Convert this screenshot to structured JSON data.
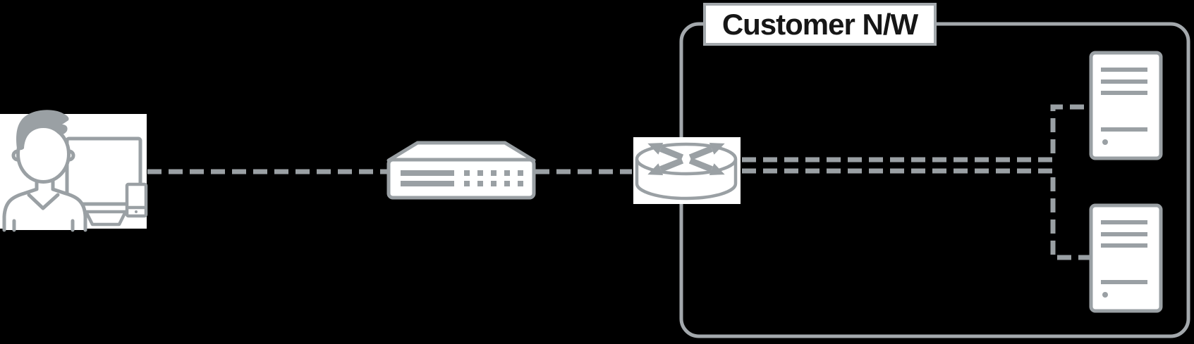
{
  "colors": {
    "background": "#000000",
    "line": "#9aa0a4",
    "border": "#a3a8ac",
    "fill": "#ffffff",
    "text": "#161616"
  },
  "customer_network": {
    "label": "Customer N/W"
  },
  "nodes": [
    {
      "id": "user-workstation",
      "icon": "person-at-computer-icon",
      "inside_customer_network": false
    },
    {
      "id": "network-switch",
      "icon": "switch-icon",
      "inside_customer_network": false
    },
    {
      "id": "router",
      "icon": "router-icon",
      "inside_customer_network": true
    },
    {
      "id": "server-top",
      "icon": "server-icon",
      "inside_customer_network": true
    },
    {
      "id": "server-bottom",
      "icon": "server-icon",
      "inside_customer_network": true
    }
  ],
  "connections": [
    {
      "from": "user-workstation",
      "to": "network-switch",
      "style": "dashed"
    },
    {
      "from": "network-switch",
      "to": "router",
      "style": "dashed"
    },
    {
      "from": "router",
      "to": "server-top",
      "style": "dashed"
    },
    {
      "from": "router",
      "to": "server-bottom",
      "style": "dashed"
    }
  ]
}
